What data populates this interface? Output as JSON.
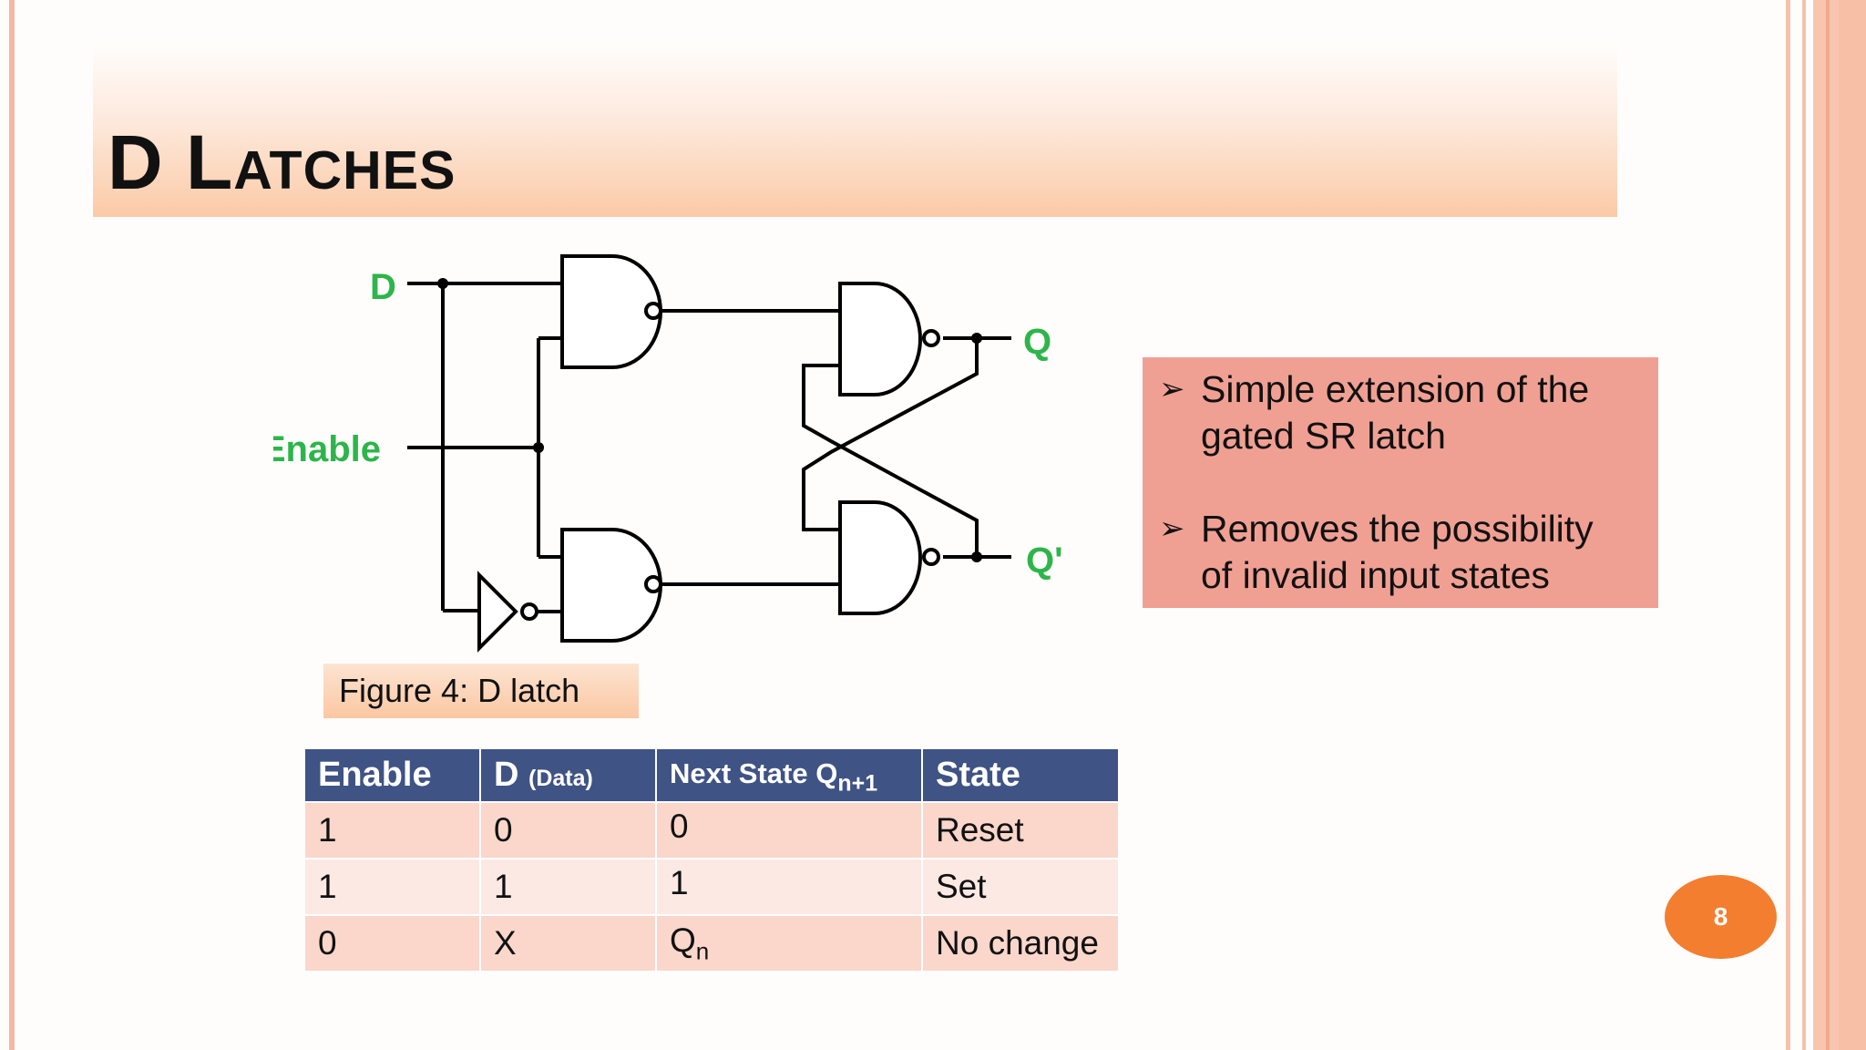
{
  "slide": {
    "title": "D Latches",
    "page_number": "8"
  },
  "circuit": {
    "label_d": "D",
    "label_enable": "Enable",
    "label_q": "Q",
    "label_q_bar": "Q'",
    "label_color": "#2db54a"
  },
  "figure": {
    "caption": "Figure 4: D latch"
  },
  "bullets": [
    {
      "marker": "➢",
      "text": [
        "Simple extension of the",
        "gated SR latch"
      ]
    },
    {
      "marker": "➢",
      "text": [
        "Removes the possibility",
        "of invalid input states"
      ]
    }
  ],
  "table": {
    "headers": [
      {
        "main": "Enable"
      },
      {
        "main": "D ",
        "paren": "(Data)"
      },
      {
        "main": "Next State Q",
        "sub": "n+1"
      },
      {
        "main": "State"
      }
    ],
    "rows": [
      {
        "enable": "1",
        "d": "0",
        "next_main": "0",
        "next_sub": "",
        "state": "Reset"
      },
      {
        "enable": "1",
        "d": "1",
        "next_main": "1",
        "next_sub": "",
        "state": "Set"
      },
      {
        "enable": "0",
        "d": "X",
        "next_main": "Q",
        "next_sub": "n",
        "state": "No change"
      }
    ]
  },
  "colors": {
    "accent_orange": "#f37e2f",
    "table_header": "#3f5384",
    "bullet_box": "#f0a093"
  }
}
